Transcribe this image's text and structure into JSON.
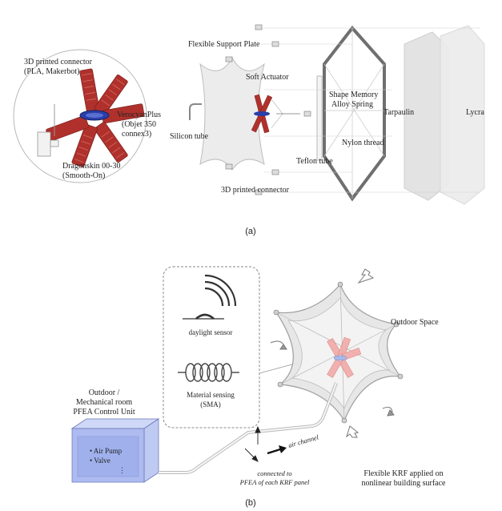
{
  "panel_a": {
    "caption": "(a)",
    "connector_label_1": "3D printed connector",
    "connector_label_2": "(PLA, Makerbot)",
    "verocyan_1": "VerocyanPlus",
    "verocyan_2": "(Objet 350",
    "verocyan_3": "connex3)",
    "dragonskin_1": "Dragonskin 00-30",
    "dragonskin_2": "(Smooth-On)",
    "flexible_support_plate": "Flexible Support Plate",
    "soft_actuator": "Soft Actuator",
    "silicon_tube": "Silicon tube",
    "shape_memory_1": "Shape Memory",
    "shape_memory_2": "Alloy Spring",
    "tarpaulin": "Tarpaulin",
    "lycra": "Lycra",
    "nylon_thread": "Nylon thread",
    "teflon_tube": "Teflon tube",
    "bottom_connector": "3D printed connector"
  },
  "panel_b": {
    "caption": "(b)",
    "daylight_sensor": "daylight sensor",
    "material_sensing_1": "Material sensing",
    "material_sensing_2": "(SMA)",
    "outdoor_space": "Outdoor Space",
    "control_1": "Outdoor /",
    "control_2": "Mechanical room",
    "control_3": "PFEA Control Unit",
    "air_pump": "• Air Pump",
    "valve": "• Valve",
    "ellipsis": "⋮",
    "air_channel": "air channel",
    "connected_1": "connected to",
    "connected_2": "PFEA of each KRF panel",
    "flexible_krf_1": "Flexible KRF applied on",
    "flexible_krf_2": "nonlinear building surface"
  },
  "colors": {
    "actuator_red": "#b0312c",
    "ring_blue": "#2a3fa8",
    "control_box_blue": "#a9b8f0",
    "membrane_grey": "#e6e6e6",
    "frame_dark": "#6f6f6f"
  }
}
